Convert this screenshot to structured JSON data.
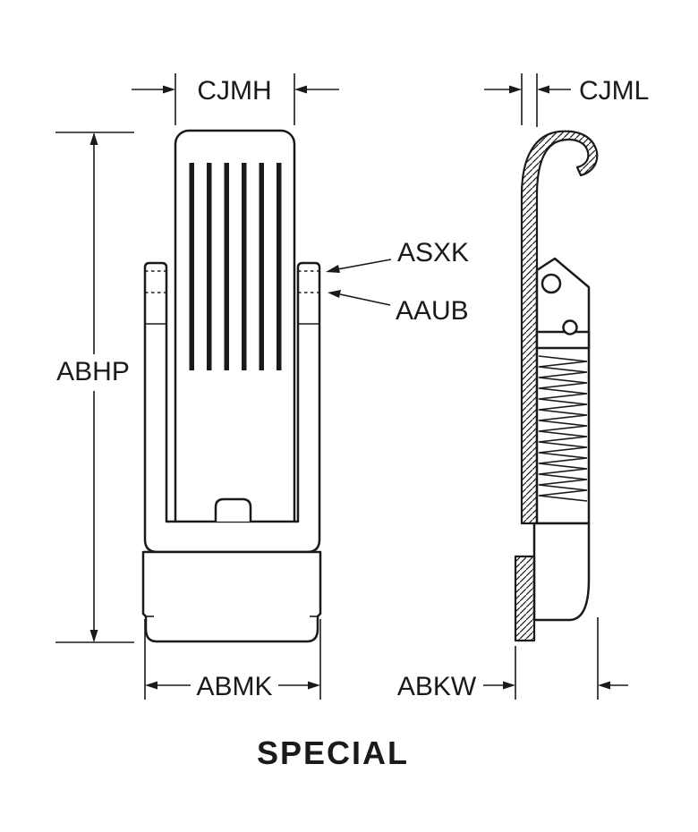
{
  "drawing": {
    "title": "SPECIAL",
    "labels": {
      "cjmh": "CJMH",
      "cjml": "CJML",
      "asxk": "ASXK",
      "aaub": "AAUB",
      "abhp": "ABHP",
      "abmk": "ABMK",
      "abkw": "ABKW"
    },
    "colors": {
      "line": "#1a1a1a",
      "background": "#ffffff"
    }
  }
}
